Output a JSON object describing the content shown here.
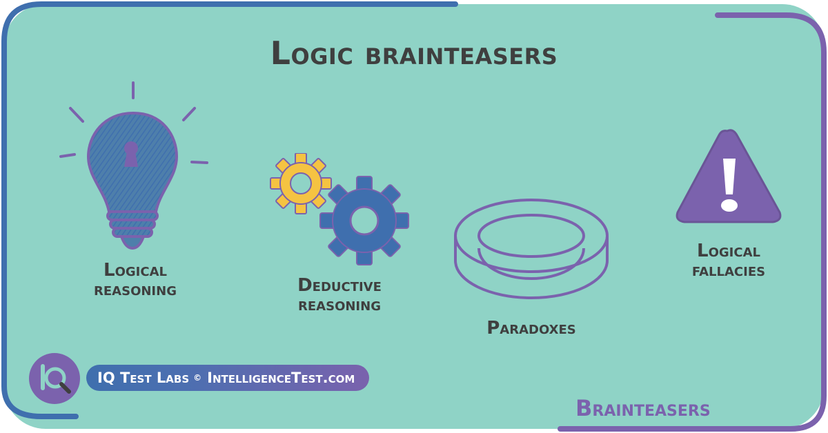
{
  "title": "Logic brainteasers",
  "topics": [
    {
      "label_line1": "Logical",
      "label_line2": "reasoning",
      "icon": "lightbulb-keyhole-icon"
    },
    {
      "label_line1": "Deductive",
      "label_line2": "reasoning",
      "icon": "gears-icon"
    },
    {
      "label_line1": "Paradoxes",
      "icon": "impossible-ring-icon"
    },
    {
      "label_line1": "Logical",
      "label_line2": "fallacies",
      "icon": "warning-triangle-icon"
    }
  ],
  "brand": {
    "name": "IQ Test Labs",
    "copyright": "©",
    "site": "IntelligenceTest.com",
    "logo_icon": "iq-magnifier-logo-icon"
  },
  "footer_label": "Brainteasers",
  "colors": {
    "background": "#8fd3c6",
    "frame_blue": "#3f6fae",
    "frame_purple": "#7b62ad",
    "gear_yellow": "#f5c342",
    "text_dark": "#3f3f3f"
  }
}
